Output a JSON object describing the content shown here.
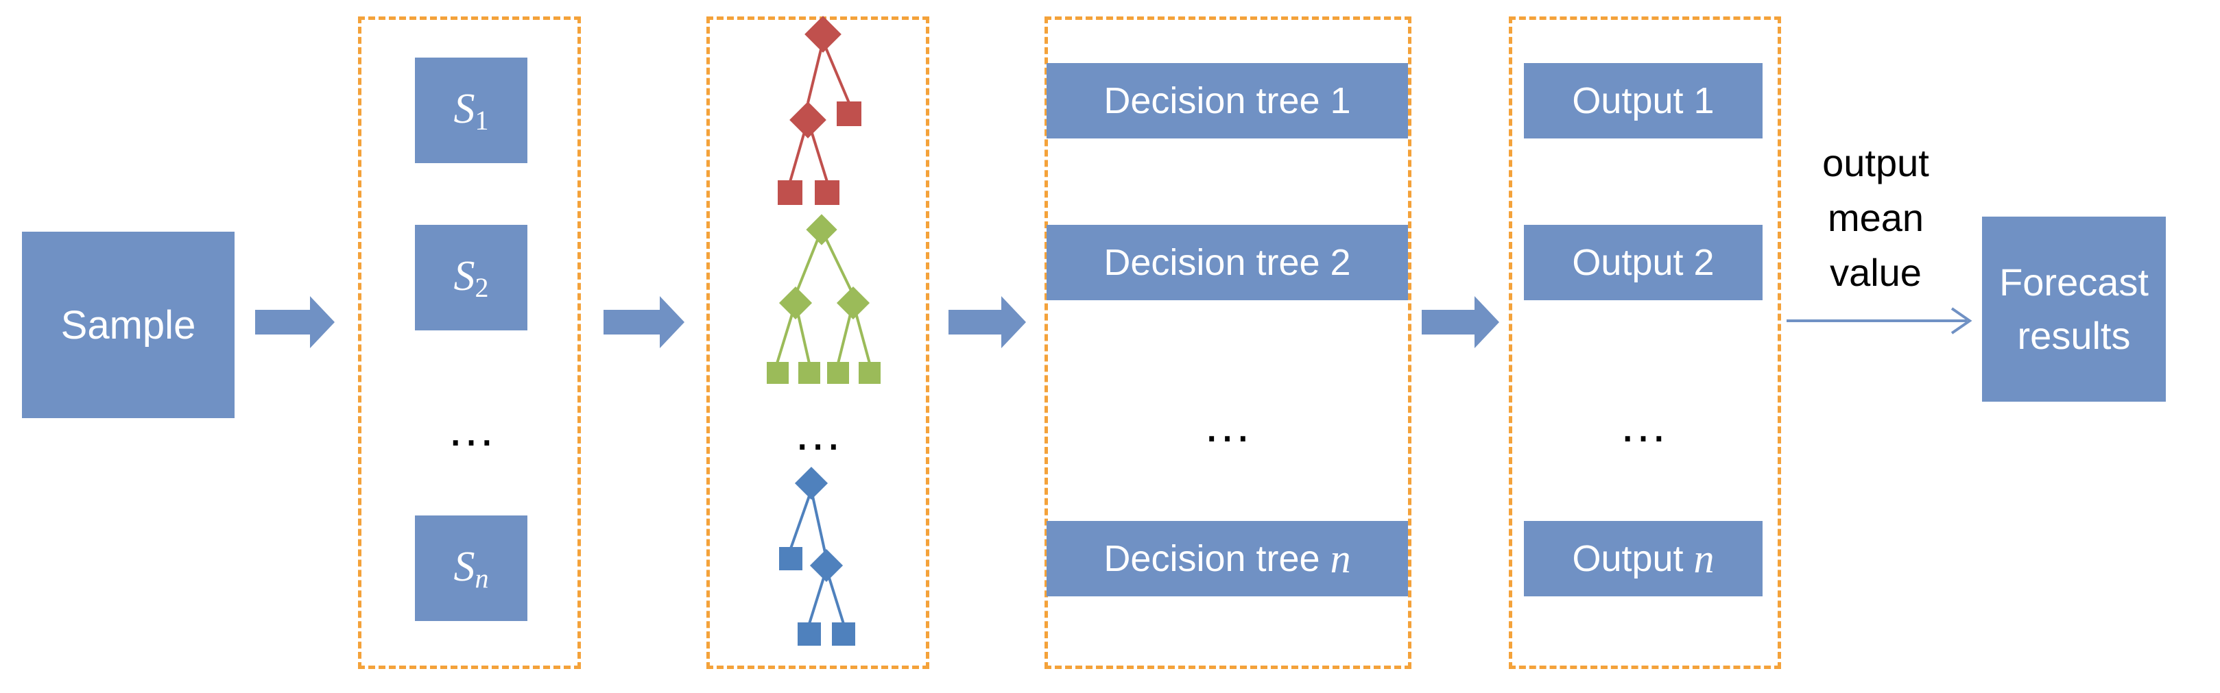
{
  "sample": {
    "label": "Sample"
  },
  "subsets": {
    "items": [
      {
        "symbol": "S",
        "subscript": "1"
      },
      {
        "symbol": "S",
        "subscript": "2"
      },
      {
        "symbol": "S",
        "subscript": "n"
      }
    ],
    "ellipsis": "…"
  },
  "tree_icons": {
    "ellipsis": "…"
  },
  "decision_trees": {
    "items": [
      {
        "text": "Decision tree 1",
        "var": ""
      },
      {
        "text": "Decision tree 2",
        "var": ""
      },
      {
        "text": "Decision tree ",
        "var": "n"
      }
    ],
    "ellipsis": "…"
  },
  "outputs": {
    "items": [
      {
        "text": "Output 1",
        "var": ""
      },
      {
        "text": "Output 2",
        "var": ""
      },
      {
        "text": "Output ",
        "var": "n"
      }
    ],
    "ellipsis": "…"
  },
  "aggregation": {
    "line1": "output",
    "line2": "mean",
    "line3": "value"
  },
  "result": {
    "line1": "Forecast",
    "line2": "results"
  },
  "colors": {
    "box_fill": "#7091c4",
    "dash_border": "#f4a23a",
    "arrow": "#7091c4",
    "tree_red": "#c0504d",
    "tree_green": "#9bbb59",
    "tree_blue": "#4f81bd"
  }
}
